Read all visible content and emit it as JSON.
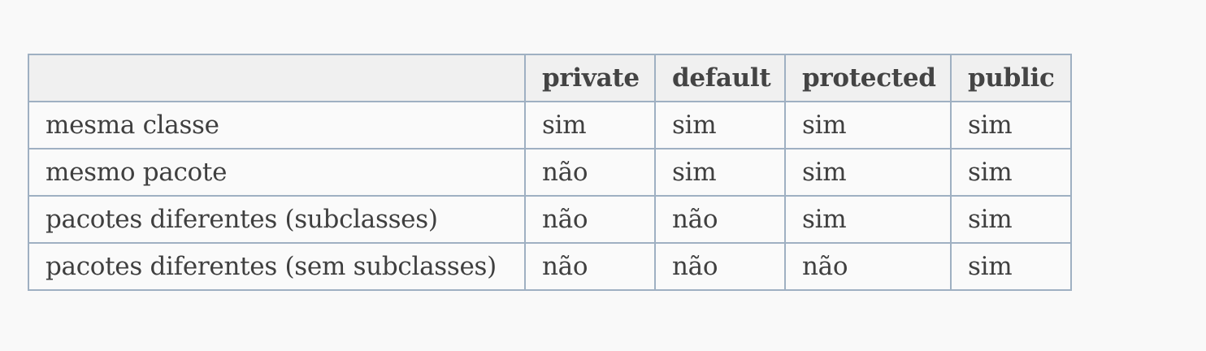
{
  "table": {
    "headers": [
      "",
      "private",
      "default",
      "protected",
      "public"
    ],
    "rows": [
      [
        "mesma classe",
        "sim",
        "sim",
        "sim",
        "sim"
      ],
      [
        "mesmo pacote",
        "não",
        "sim",
        "sim",
        "sim"
      ],
      [
        "pacotes diferentes (subclasses)",
        "não",
        "não",
        "sim",
        "sim"
      ],
      [
        "pacotes diferentes (sem subclasses)",
        "não",
        "não",
        "não",
        "sim"
      ]
    ]
  }
}
